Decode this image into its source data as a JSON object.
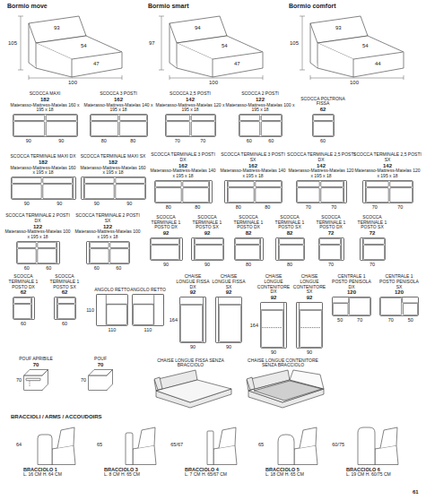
{
  "diagram": {
    "nodes": [
      {
        "text": [
          "Bormio move",
          "105",
          "93",
          "54",
          "47",
          "100"
        ]
      },
      {
        "text": [
          "Bormio smart",
          "97",
          "94",
          "54",
          "47",
          "100"
        ]
      },
      {
        "text": [
          "Bormio comfort",
          "105",
          "93",
          "54",
          "44",
          "100"
        ]
      },
      {
        "text": [
          "SCOCCA MAXI",
          "182",
          "Materasso-Mattress-Matelas 160 x 195 x 18",
          "90",
          "90"
        ]
      },
      {
        "text": [
          "SCOCCA 3 POSTI",
          "162",
          "Materasso-Mattress-Matelas 140 x 195 x 18",
          "80",
          "80"
        ]
      },
      {
        "text": [
          "SCOCCA 2,5 POSTI",
          "142",
          "Materasso-Mattress-Matelas 120 x 195 x 18",
          "70",
          "70"
        ]
      },
      {
        "text": [
          "SCOCCA 2 POSTI",
          "122",
          "Materasso-Mattress-Matelas 100 x 195 x 18",
          "60",
          "60"
        ]
      },
      {
        "text": [
          "SCOCCA POLTRONA FISSA",
          "62",
          "60"
        ]
      },
      {
        "text": [
          "SCOCCA TERMINALE MAXI DX",
          "182",
          "Materasso-Mattress-Matelas 160 x 195 x 18",
          "90",
          "90"
        ]
      },
      {
        "text": [
          "SCOCCA TERMINALE MAXI SX",
          "182",
          "Materasso-Mattress-Matelas 160 x 195 x 18",
          "90",
          "90"
        ]
      },
      {
        "text": [
          "SCOCCA TERMINALE 3 POSTI DX",
          "162",
          "Materasso-Mattress-Matelas 140 x 195 x 18",
          "80",
          "80"
        ]
      },
      {
        "text": [
          "SCOCCA TERMINALE 3 POSTI SX",
          "162",
          "Materasso-Mattress-Matelas 140 x 195 x 18",
          "80",
          "80"
        ]
      },
      {
        "text": [
          "SCOCCA TERMINALE 2,5 POSTI DX",
          "142",
          "Materasso-Mattress-Matelas 120 x 195 x 18",
          "70",
          "70"
        ]
      },
      {
        "text": [
          "SCOCCA TERMINALE 2,5 POSTI SX",
          "142",
          "Materasso-Mattress-Matelas 120 x 195 x 18",
          "70",
          "70"
        ]
      },
      {
        "text": [
          "SCOCCA TERMINALE 2 POSTI DX",
          "122",
          "Materasso-Mattress-Matelas 100 x 195 x 18",
          "60",
          "60"
        ]
      },
      {
        "text": [
          "SCOCCA TERMINALE 2 POSTI SX",
          "122",
          "Materasso-Mattress-Matelas 100 x 195 x 18",
          "60",
          "60"
        ]
      },
      {
        "text": [
          "SCOCCA TERMINALE 1 POSTO DX",
          "92",
          "90"
        ]
      },
      {
        "text": [
          "SCOCCA TERMINALE 1 POSTO SX",
          "92",
          "90"
        ]
      },
      {
        "text": [
          "SCOCCA TERMINALE 1 POSTO DX",
          "82",
          "80"
        ]
      },
      {
        "text": [
          "SCOCCA TERMINALE 1 POSTO SX",
          "82",
          "80"
        ]
      },
      {
        "text": [
          "SCOCCA TERMINALE 1 POSTO DX",
          "72",
          "70"
        ]
      },
      {
        "text": [
          "SCOCCA TERMINALE 1 POSTO SX",
          "72",
          "70"
        ]
      },
      {
        "text": [
          "SCOCCA TERMINALE 1 POSTO DX",
          "62",
          "60"
        ]
      },
      {
        "text": [
          "SCOCCA TERMINALE 1 POSTO SX",
          "62",
          "60"
        ]
      },
      {
        "text": [
          "ANGOLO RETTO",
          "110",
          "110"
        ]
      },
      {
        "text": [
          "ANGOLO RETTO",
          "110"
        ]
      },
      {
        "text": [
          "CHAISE LONGUE FISSA DX",
          "92",
          "164",
          "90"
        ]
      },
      {
        "text": [
          "CHAISE LONGUE FISSA SX",
          "92",
          "90"
        ]
      },
      {
        "text": [
          "CHAISE LONGUE CONTENITORE DX",
          "92",
          "164",
          "90"
        ]
      },
      {
        "text": [
          "CHAISE LONGUE CONTENITORE SX",
          "92",
          "90"
        ]
      },
      {
        "text": [
          "CENTRALE 1 POSTO PENISOLA DX",
          "120",
          "50",
          "70"
        ]
      },
      {
        "text": [
          "CENTRALE 1 POSTO PENISOLA SX",
          "120",
          "70",
          "50"
        ]
      },
      {
        "text": [
          "POUF APRIBILE",
          "70",
          "70"
        ]
      },
      {
        "text": [
          "POUF",
          "70",
          "70"
        ]
      },
      {
        "text": [
          "CHAISE LONGUE FISSA SENZA BRACCIOLO"
        ]
      },
      {
        "text": [
          "CHAISE LONGUE CONTENITORE SENZA BRACCIOLO"
        ]
      },
      {
        "text": [
          "BRACCIOLO 1",
          "L. 16 CM H. 64 CM",
          "64"
        ]
      },
      {
        "text": [
          "BRACCIOLO 3",
          "L. 8 CM H. 65 CM",
          "65"
        ]
      },
      {
        "text": [
          "BRACCIOLO 4",
          "L. 7 CM H. 65/67 CM",
          "65/67"
        ]
      },
      {
        "text": [
          "BRACCIOLO 5",
          "L. 18 CM H. 65 CM",
          "65"
        ]
      },
      {
        "text": [
          "BRACCIOLO 6",
          "L. 19 CM H. 60/75 CM",
          "60/75"
        ]
      }
    ],
    "labels": [
      "BRACCIOLI / ARMS / ACCOUDOIRS",
      "61"
    ]
  }
}
